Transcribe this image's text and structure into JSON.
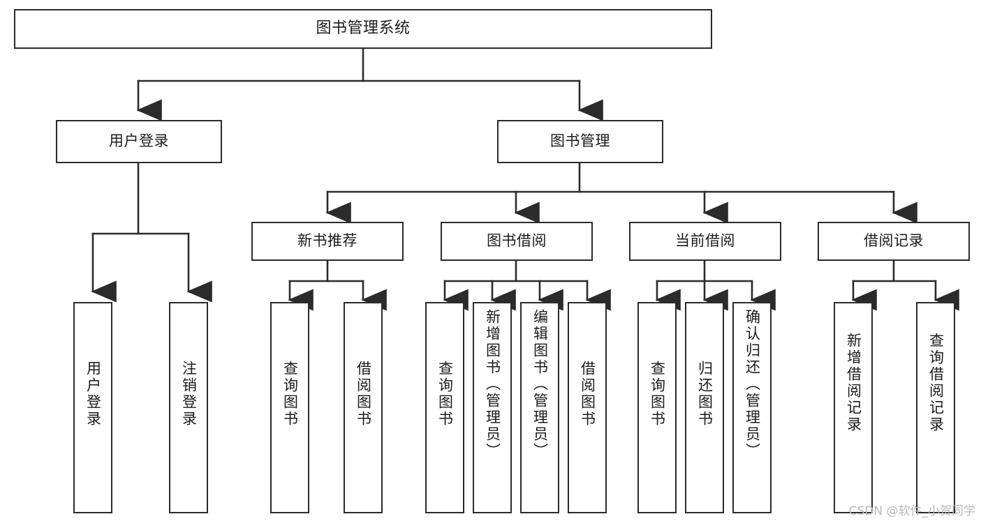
{
  "diagram": {
    "title": "图书管理系统",
    "type": "hierarchy-tree",
    "orientation": "top-down",
    "colors": {
      "box_stroke": "#2b2b2b",
      "box_fill": "#ffffff",
      "connector": "#2b2b2b",
      "text": "#1b1b1b",
      "watermark": "#b9b9b9",
      "background": "#ffffff"
    },
    "levels": {
      "root": {
        "label": "图书管理系统"
      },
      "level2": [
        {
          "label": "用户登录"
        },
        {
          "label": "图书管理"
        }
      ],
      "level3": [
        {
          "label": "新书推荐"
        },
        {
          "label": "图书借阅"
        },
        {
          "label": "当前借阅"
        },
        {
          "label": "借阅记录"
        }
      ]
    },
    "nodes": {
      "root": "图书管理系统",
      "user_login": "用户登录",
      "book_management": "图书管理",
      "new_book_recommend": "新书推荐",
      "book_borrow": "图书借阅",
      "current_borrow": "当前借阅",
      "borrow_record": "借阅记录",
      "leaf_user_login": "用户登录",
      "leaf_user_logout": "注销登录",
      "leaf_query_book_1": "查询图书",
      "leaf_borrow_book_1": "借阅图书",
      "leaf_query_book_2": "查询图书",
      "leaf_add_book_admin": "新增图书（管理员）",
      "leaf_edit_book_admin": "编辑图书（管理员）",
      "leaf_borrow_book_2": "借阅图书",
      "leaf_query_book_3": "查询图书",
      "leaf_return_book": "归还图书",
      "leaf_confirm_return_admin": "确认归还（管理员）",
      "leaf_add_borrow_record": "新增借阅记录",
      "leaf_query_borrow_record": "查询借阅记录"
    },
    "watermark": "CSDN @软件_小贺同学"
  }
}
